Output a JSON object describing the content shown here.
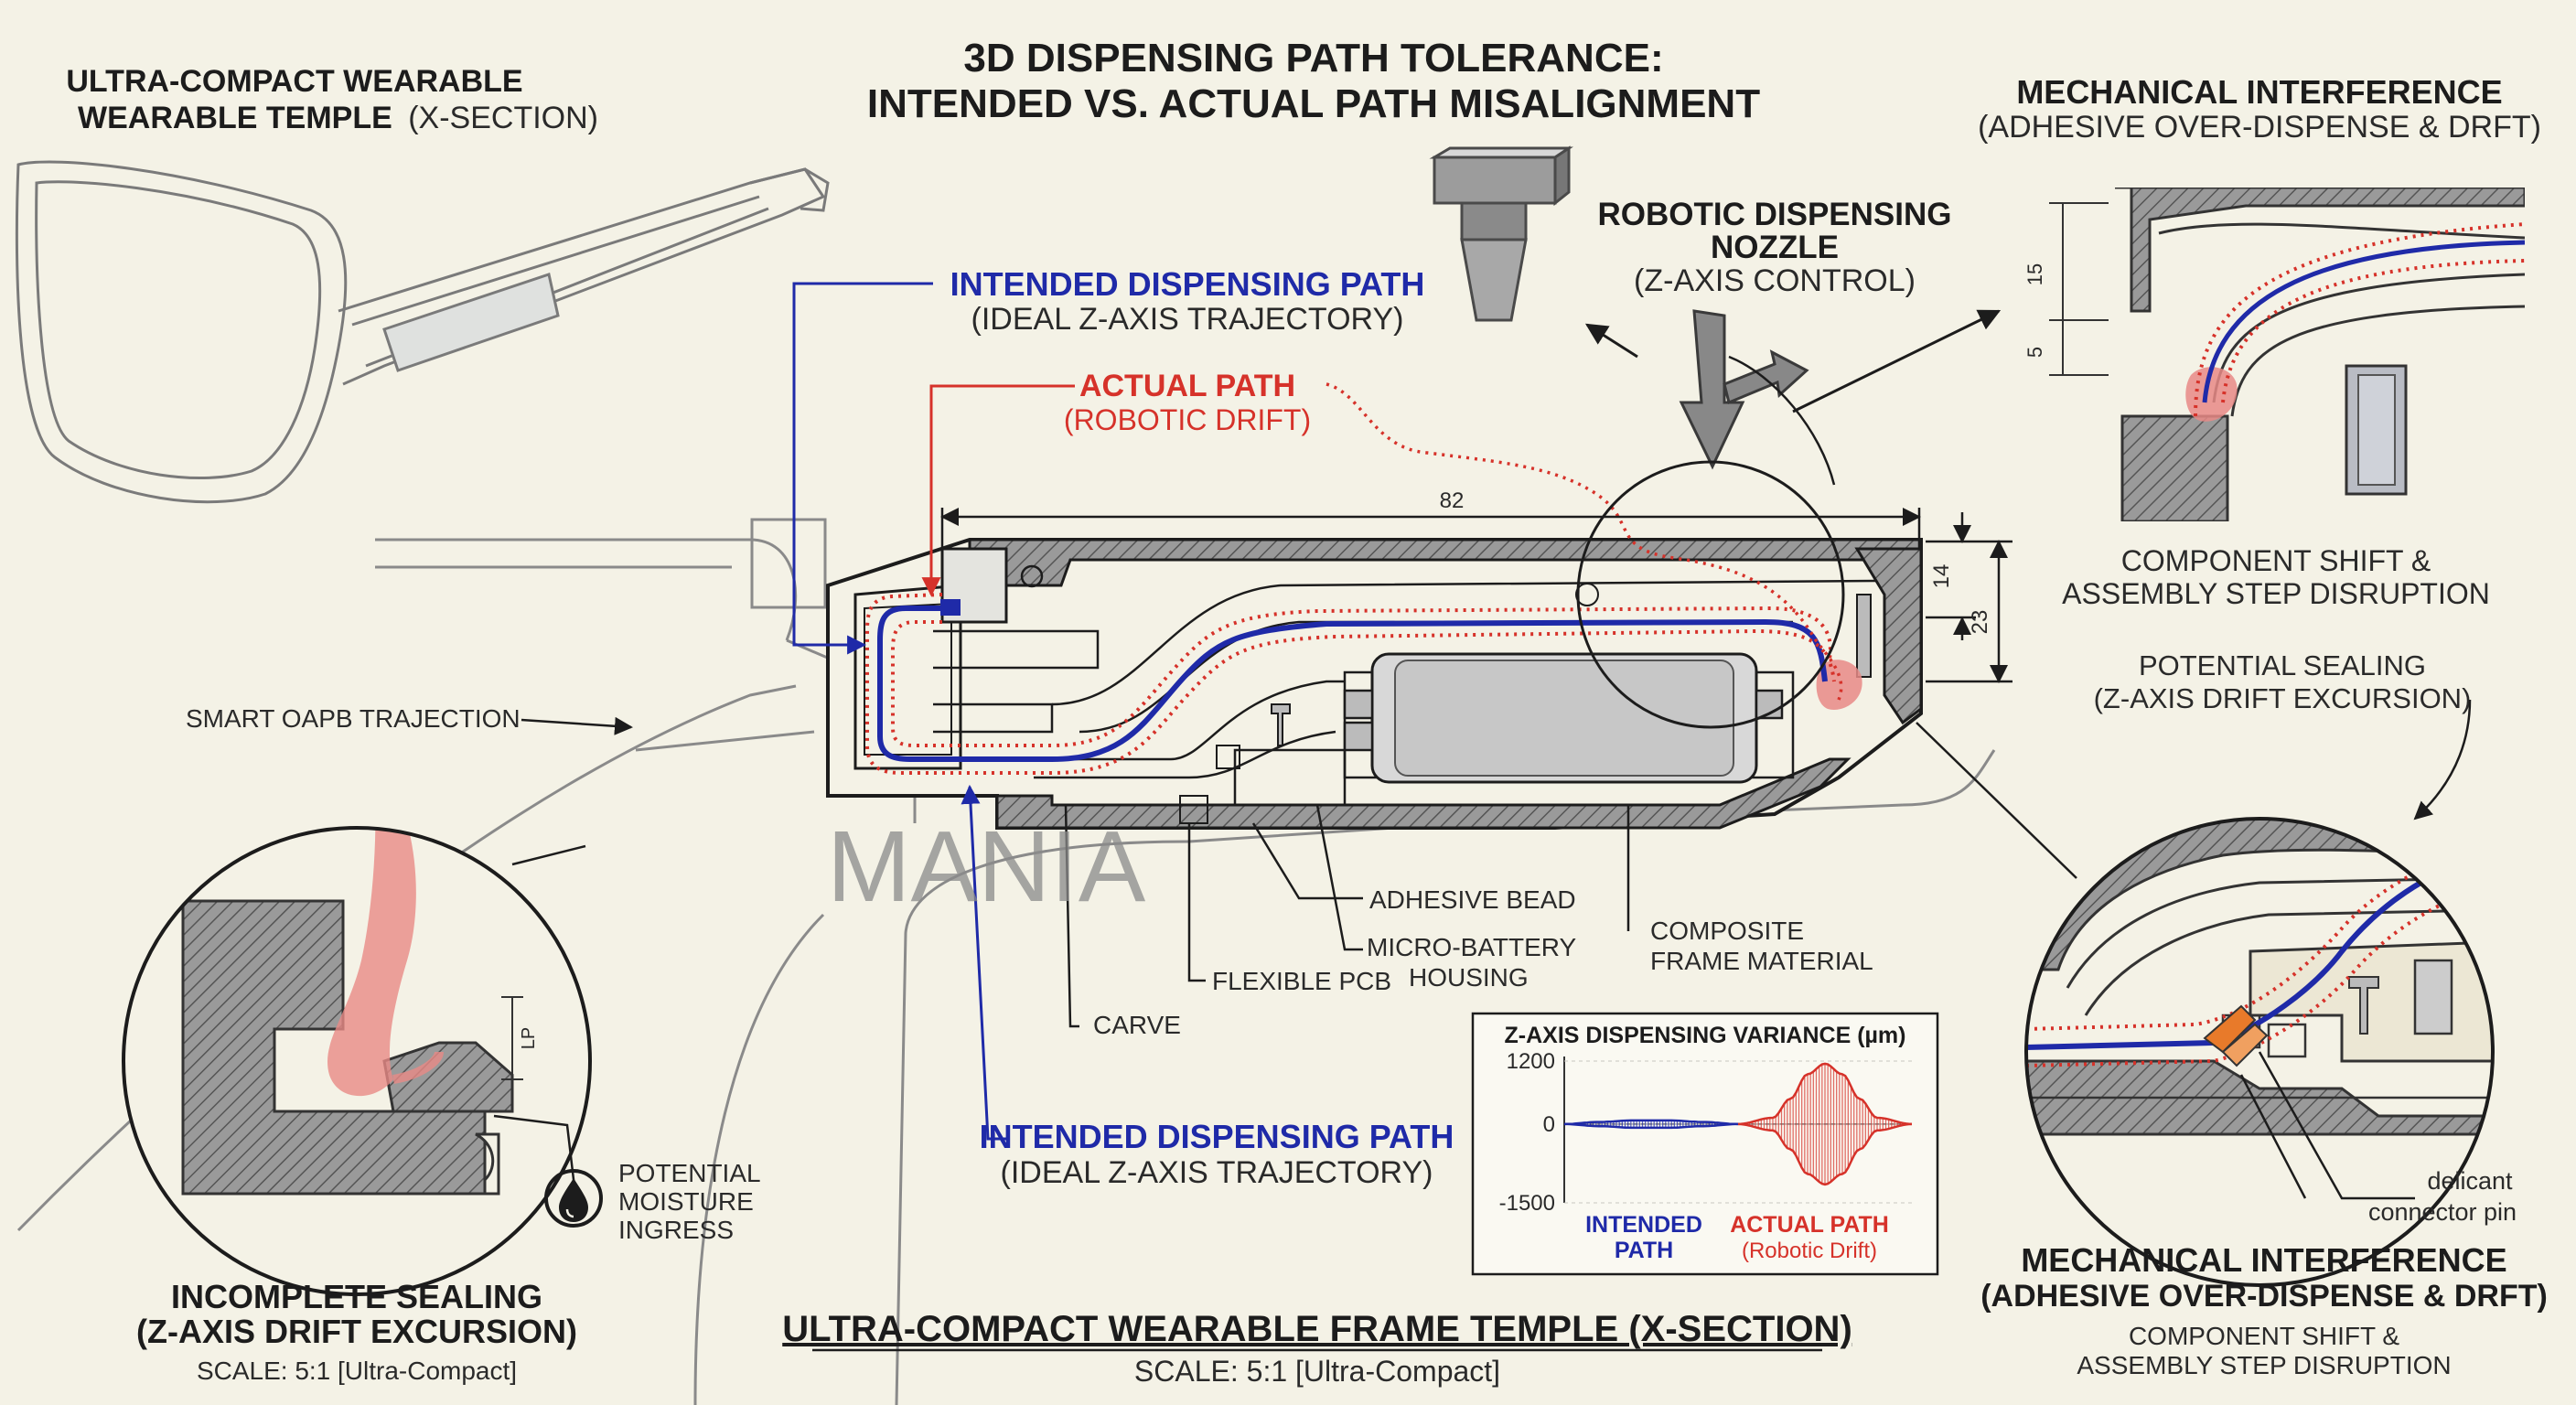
{
  "title": {
    "line1": "3D DISPENSING PATH TOLERANCE:",
    "line2": "INTENDED VS. ACTUAL PATH MISALIGNMENT"
  },
  "top_left": {
    "line1": "ULTRA-COMPACT WEARABLE",
    "line2_bold": "WEARABLE TEMPLE",
    "line2_normal": "(X-SECTION)"
  },
  "top_right": {
    "title1": "MECHANICAL INTERFERENCE",
    "title2": "(ADHESIVE OVER-DISPENSE & DRFT)",
    "dim_15": "15",
    "dim_5": "5",
    "caption1": "COMPONENT SHIFT &",
    "caption2": "ASSEMBLY STEP DISRUPTION"
  },
  "nozzle": {
    "line1": "ROBOTIC DISPENSING",
    "line2": "NOZZLE",
    "line3": "(Z-AXIS CONTROL)"
  },
  "labels": {
    "intended_top": "INTENDED DISPENSING PATH",
    "intended_top_sub": "(IDEAL Z-AXIS TRAJECTORY)",
    "actual": "ACTUAL PATH",
    "actual_sub": "(ROBOTIC DRIFT)",
    "smart_trajectory": "SMART OAPB TRAJECTION",
    "adhesive_bead": "ADHESIVE BEAD",
    "micro_battery1": "MICRO-BATTERY",
    "micro_battery2": "HOUSING",
    "flexible_pcb": "FLEXIBLE PCB",
    "carve": "CARVE",
    "composite1": "COMPOSITE",
    "composite2": "FRAME MATERIAL",
    "intended_bottom": "INTENDED DISPENSING PATH",
    "intended_bottom_sub": "(IDEAL Z-AXIS TRAJECTORY)",
    "potential_sealing1": "POTENTIAL SEALING",
    "potential_sealing2": "(Z-AXIS DRIFT EXCURSION)",
    "moisture1": "POTENTIAL",
    "moisture2": "MOISTURE",
    "moisture3": "INGRESS",
    "lp": "LP",
    "connector1": "delicant",
    "connector2": "connector pin",
    "watermark": "MANIA"
  },
  "dimensions": {
    "length": "82",
    "height_small": "14",
    "height_total": "23"
  },
  "bottom_left": {
    "title1": "INCOMPLETE SEALING",
    "title2": "(Z-AXIS DRIFT EXCURSION)",
    "scale": "SCALE: 5:1 [Ultra-Compact]"
  },
  "bottom_center": {
    "title": "ULTRA-COMPACT WEARABLE FRAME TEMPLE (X-SECTION)",
    "scale": "SCALE: 5:1 [Ultra-Compact]"
  },
  "bottom_right": {
    "title1": "MECHANICAL INTERFERENCE",
    "title2": "(ADHESIVE OVER-DISPENSE & DRFT)",
    "caption1": "COMPONENT SHIFT &",
    "caption2": "ASSEMBLY STEP DISRUPTION"
  },
  "colors": {
    "intended": "#1f2aa8",
    "actual": "#d6322a",
    "background": "#f4f2e6"
  },
  "chart_data": {
    "type": "area",
    "title": "Z-AXIS DISPENSING VARIANCE (µm)",
    "y_ticks": [
      "1200",
      "0",
      "-1500"
    ],
    "ylim": [
      -1500,
      1200
    ],
    "x_range": [
      0,
      1
    ],
    "grid": true,
    "series": [
      {
        "name": "INTENDED PATH",
        "color": "#1f2aa8",
        "x": [
          0.0,
          0.1,
          0.2,
          0.3,
          0.4,
          0.5
        ],
        "y": [
          0,
          40,
          70,
          70,
          40,
          0
        ]
      },
      {
        "name": "ACTUAL PATH",
        "name_sub": "(Robotic Drift)",
        "color": "#d6322a",
        "x": [
          0.5,
          0.6,
          0.65,
          0.7,
          0.75,
          0.8,
          0.85,
          0.9,
          1.0
        ],
        "y": [
          0,
          120,
          480,
          950,
          1150,
          950,
          480,
          120,
          0
        ]
      }
    ]
  }
}
